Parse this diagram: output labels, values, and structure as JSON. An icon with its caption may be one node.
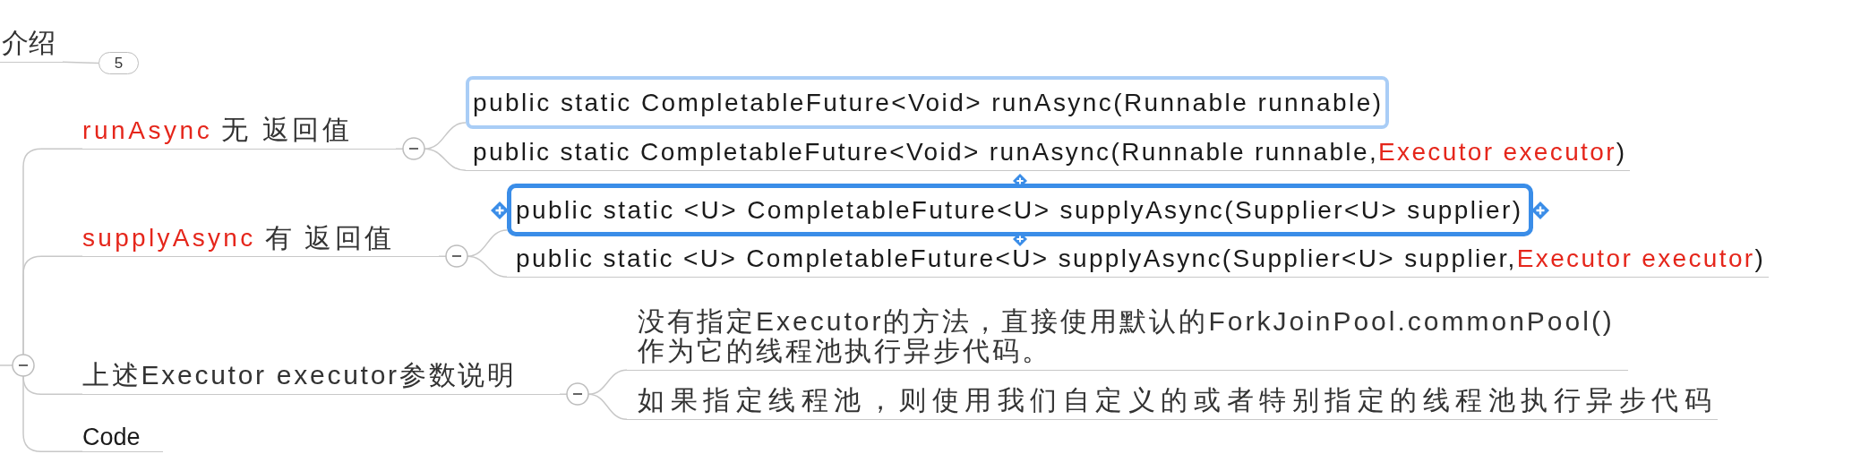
{
  "diagram": {
    "nodes": [
      {
        "text": [
          "介绍"
        ]
      },
      {
        "text": [
          "5"
        ]
      },
      {
        "text": [
          "runAsync",
          "无 返回值"
        ]
      },
      {
        "text": [],
        "shape": "circle"
      },
      {
        "text": [
          "public static CompletableFuture<Void> runAsync(Runnable runnable)"
        ]
      },
      {
        "text": [
          "public static CompletableFuture<Void> runAsync(Runnable runnable,",
          "Executor executor",
          ")"
        ]
      },
      {
        "text": [
          "supplyAsync",
          "有 返回值"
        ]
      },
      {
        "text": [],
        "shape": "circle"
      },
      {
        "text": [
          "public static <U> CompletableFuture<U> supplyAsync(Supplier<U> supplier)"
        ]
      },
      {
        "text": [
          "public static <U> CompletableFuture<U> supplyAsync(Supplier<U> supplier,",
          "Executor executor",
          ")"
        ]
      },
      {
        "text": [],
        "shape": "circle"
      },
      {
        "text": [
          "上述Executor executor参数说明"
        ]
      },
      {
        "text": [],
        "shape": "circle"
      },
      {
        "text": [
          "没有指定Executor的方法，直接使用默认的ForkJoinPool.commonPool()作为它的线程池执行异步代码。"
        ]
      },
      {
        "text": [
          "如果指定线程池，则使用我们自定义的或者特别指定的线程池执行异步代码"
        ]
      },
      {
        "text": [
          "Code"
        ]
      }
    ],
    "edges": [
      {
        "from": 0,
        "to": 1,
        "arrow": "none"
      },
      {
        "from": null,
        "to": 10,
        "arrow": "none"
      },
      {
        "from": 10,
        "to": 2,
        "arrow": "none"
      },
      {
        "from": 2,
        "to": 3,
        "arrow": "none"
      },
      {
        "from": 3,
        "to": 4,
        "arrow": "none"
      },
      {
        "from": 3,
        "to": 5,
        "arrow": "none"
      },
      {
        "from": 10,
        "to": 6,
        "arrow": "none"
      },
      {
        "from": 6,
        "to": 7,
        "arrow": "none"
      },
      {
        "from": 7,
        "to": 8,
        "arrow": "none"
      },
      {
        "from": 7,
        "to": 9,
        "arrow": "none"
      },
      {
        "from": 10,
        "to": 11,
        "arrow": "none"
      },
      {
        "from": 11,
        "to": 12,
        "arrow": "none"
      },
      {
        "from": 12,
        "to": 13,
        "arrow": "none"
      },
      {
        "from": 12,
        "to": 14,
        "arrow": "none"
      },
      {
        "from": 10,
        "to": 15,
        "arrow": "none"
      }
    ]
  }
}
